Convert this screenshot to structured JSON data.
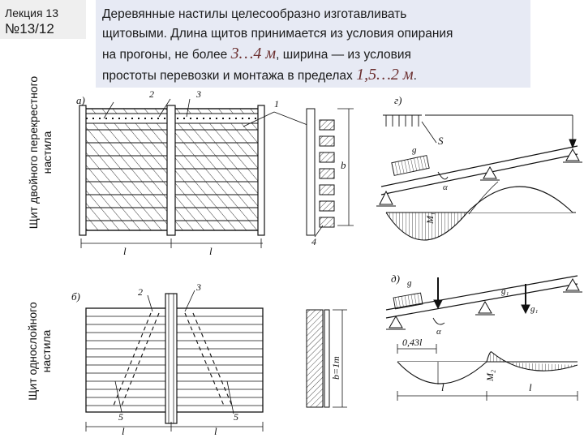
{
  "lecture": {
    "label": "Лекция 13",
    "number": "№13/12"
  },
  "header": {
    "line1": "Деревянные настилы целесообразно изготавливать",
    "line2": "щитовыми. Длина щитов принимается из условия опирания",
    "line3_pre": "на прогоны, не более ",
    "line3_math": "3…4 м",
    "line3_post": ", ширина — из условия",
    "line4_pre": "простоты перевозки и монтажа в пределах ",
    "line4_math": "1,5…2 м",
    "line4_post": "."
  },
  "side_labels": {
    "cross_panel": [
      "Щит двойного перекрестного",
      "настила"
    ],
    "single_panel": [
      "Щит однослойного",
      "настила"
    ]
  },
  "figure_a": {
    "tag": "а)",
    "callouts": [
      "2",
      "3",
      "1",
      "4"
    ],
    "dim_b": "b",
    "span": "l"
  },
  "figure_b": {
    "tag": "б)",
    "callouts": [
      "2",
      "3",
      "5",
      "5"
    ],
    "dim_b": "b=1m",
    "span": "l"
  },
  "figure_g": {
    "tag": "г)",
    "labels": [
      "S",
      "g",
      "α",
      "M₁"
    ]
  },
  "figure_d": {
    "tag": "д)",
    "labels": [
      "g",
      "g₁",
      "g₁",
      "α"
    ],
    "dim": "0,43l",
    "moment": "M₂",
    "span": "l"
  },
  "colors": {
    "header_bg": "#e7eaf4",
    "lecture_bg": "#efefef",
    "math_color": "#6b2f2f"
  }
}
